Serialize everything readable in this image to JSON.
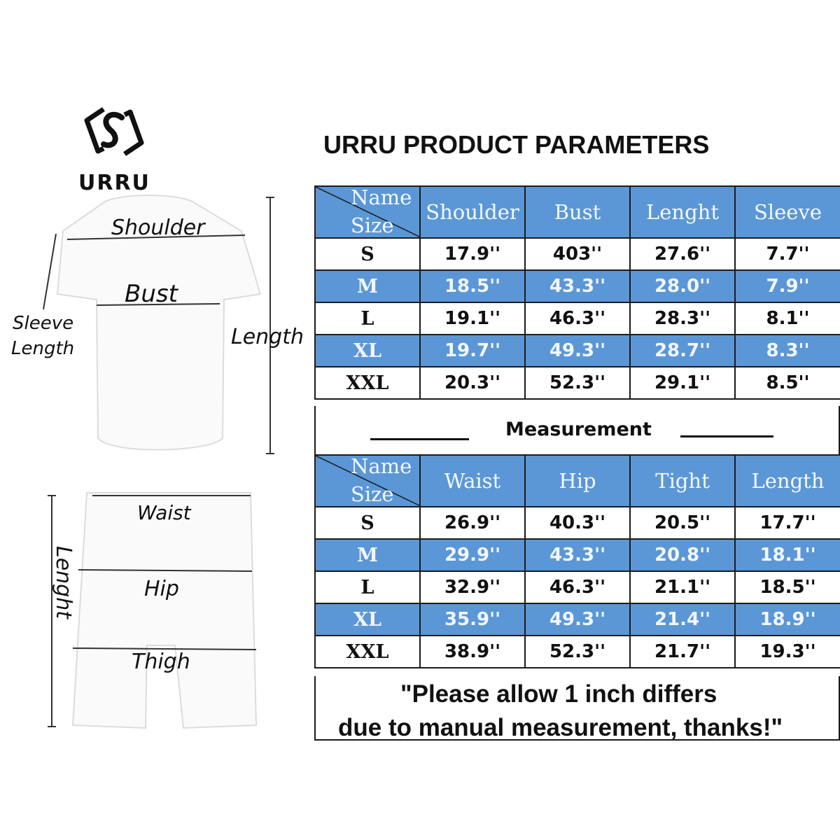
{
  "brand": {
    "name": "URRU"
  },
  "title": "URRU PRODUCT PARAMETERS",
  "diagram": {
    "shirt_labels": {
      "shoulder": "Shoulder",
      "bust": "Bust",
      "sleeve_1": "Sleeve",
      "sleeve_2": "Length",
      "length": "Length"
    },
    "shorts_labels": {
      "waist": "Waist",
      "hip": "Hip",
      "thigh": "Thigh",
      "length": "Lenght"
    }
  },
  "top_table": {
    "corner": {
      "name": "Name",
      "size": "Size"
    },
    "headers": [
      "Shoulder",
      "Bust",
      "Lenght",
      "Sleeve"
    ],
    "rows": [
      {
        "size": "S",
        "values": [
          "17.9''",
          "403''",
          "27.6''",
          "7.7''"
        ]
      },
      {
        "size": "M",
        "values": [
          "18.5''",
          "43.3''",
          "28.0''",
          "7.9''"
        ]
      },
      {
        "size": "L",
        "values": [
          "19.1''",
          "46.3''",
          "28.3''",
          "8.1''"
        ]
      },
      {
        "size": "XL",
        "values": [
          "19.7''",
          "49.3''",
          "28.7''",
          "8.3''"
        ]
      },
      {
        "size": "XXL",
        "values": [
          "20.3''",
          "52.3''",
          "29.1''",
          "8.5''"
        ]
      }
    ]
  },
  "measurement_label": "Measurement",
  "bottom_table": {
    "corner": {
      "name": "Name",
      "size": "Size"
    },
    "headers": [
      "Waist",
      "Hip",
      "Tight",
      "Length"
    ],
    "rows": [
      {
        "size": "S",
        "values": [
          "26.9''",
          "40.3''",
          "20.5''",
          "17.7''"
        ]
      },
      {
        "size": "M",
        "values": [
          "29.9''",
          "43.3''",
          "20.8''",
          "18.1''"
        ]
      },
      {
        "size": "L",
        "values": [
          "32.9''",
          "46.3''",
          "21.1''",
          "18.5''"
        ]
      },
      {
        "size": "XL",
        "values": [
          "35.9''",
          "49.3''",
          "21.4''",
          "18.9''"
        ]
      },
      {
        "size": "XXL",
        "values": [
          "38.9''",
          "52.3''",
          "21.7''",
          "19.3''"
        ]
      }
    ]
  },
  "note": {
    "line1": "\"Please allow 1 inch differs",
    "line2": "due to manual measurement, thanks!\""
  },
  "colors": {
    "header_blue": "#5b97d6",
    "text": "#111111",
    "border": "#1b1b1b"
  }
}
